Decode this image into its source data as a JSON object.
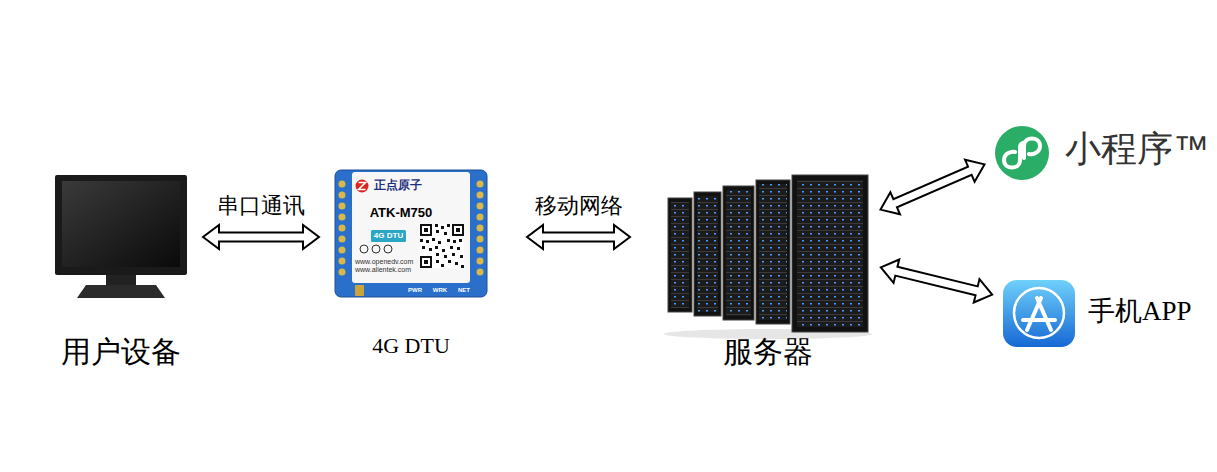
{
  "diagram": {
    "nodes": [
      {
        "text": [
          "用户设备"
        ]
      },
      {
        "text": [
          "4G DTU"
        ]
      },
      {
        "text": [
          "服务器"
        ]
      },
      {
        "text": [
          "小程序™"
        ]
      },
      {
        "text": [
          "手机APP"
        ]
      }
    ],
    "edges": [
      {
        "from": 0,
        "to": 1,
        "label": "串口通讯",
        "arrow": "both"
      },
      {
        "from": 1,
        "to": 2,
        "label": "移动网络",
        "arrow": "both"
      },
      {
        "from": 2,
        "to": 3,
        "arrow": "both"
      },
      {
        "from": 2,
        "to": 4,
        "arrow": "both"
      }
    ],
    "labels": [
      "正点原子",
      "ATK-M750",
      "4G DTU",
      "www.openedv.com",
      "www.alientek.com",
      "PWR",
      "WRK",
      "NET"
    ]
  }
}
